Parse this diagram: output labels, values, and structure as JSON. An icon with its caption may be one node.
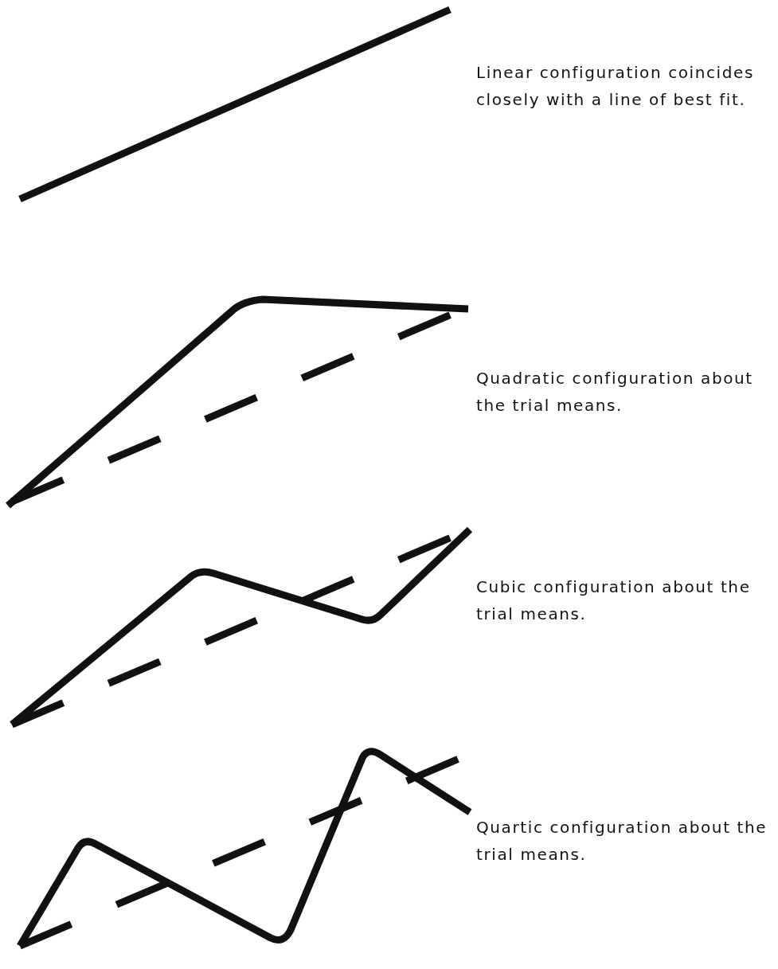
{
  "diagram": {
    "labels": [
      "Linear configuration coincides closely with a line of best fit.",
      "Quadratic configuration about the trial means.",
      "Cubic configuration about the trial means.",
      "Quartic configuration about the trial means."
    ]
  }
}
